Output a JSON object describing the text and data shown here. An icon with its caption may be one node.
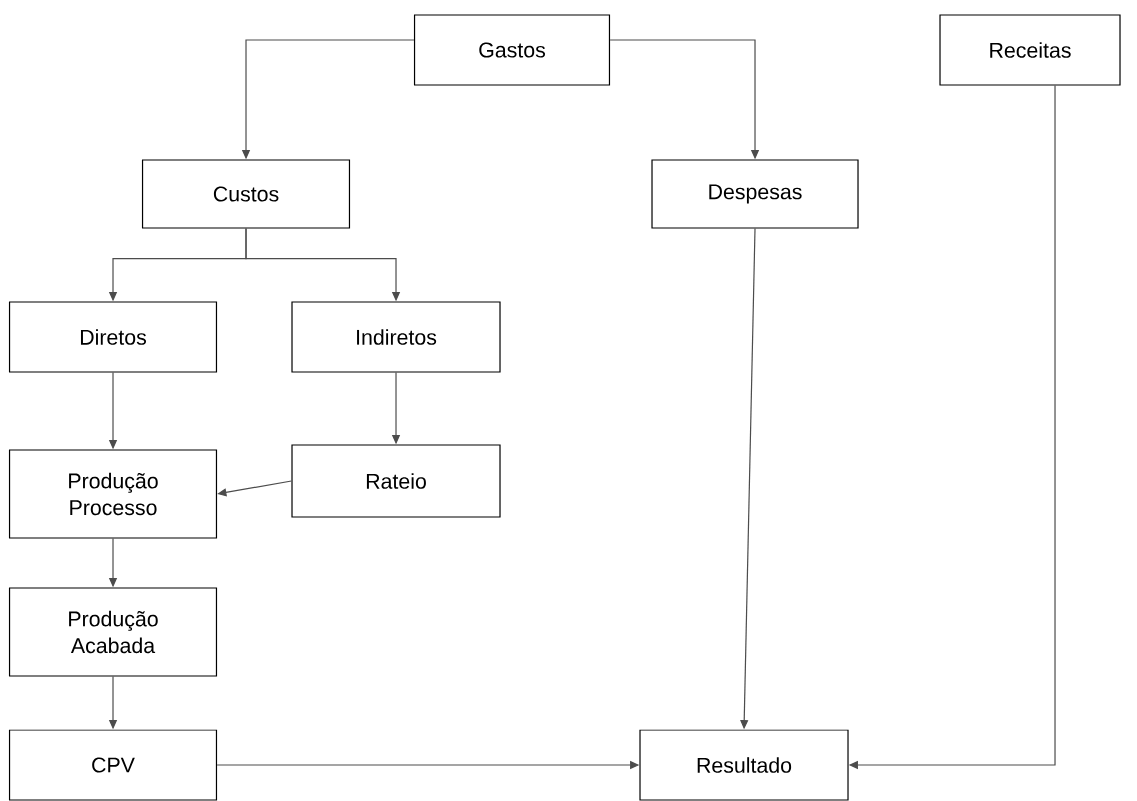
{
  "diagram": {
    "nodes": [
      {
        "text": [
          "Gastos"
        ]
      },
      {
        "text": [
          "Receitas"
        ]
      },
      {
        "text": [
          "Custos"
        ]
      },
      {
        "text": [
          "Despesas"
        ]
      },
      {
        "text": [
          "Diretos"
        ]
      },
      {
        "text": [
          "Indiretos"
        ]
      },
      {
        "text": [
          "Produção Processo"
        ]
      },
      {
        "text": [
          "Rateio"
        ]
      },
      {
        "text": [
          "Produção Acabada"
        ]
      },
      {
        "text": [
          "CPV"
        ]
      },
      {
        "text": [
          "Resultado"
        ]
      }
    ],
    "edges": [
      {
        "from": 0,
        "to": 2,
        "arrow": "to"
      },
      {
        "from": 0,
        "to": 3,
        "arrow": "to"
      },
      {
        "from": 2,
        "to": 4,
        "arrow": "to"
      },
      {
        "from": 2,
        "to": 5,
        "arrow": "to"
      },
      {
        "from": 4,
        "to": 6,
        "arrow": "to"
      },
      {
        "from": 5,
        "to": 7,
        "arrow": "to"
      },
      {
        "from": 7,
        "to": 6,
        "arrow": "to"
      },
      {
        "from": 6,
        "to": 8,
        "arrow": "to"
      },
      {
        "from": 8,
        "to": 9,
        "arrow": "to"
      },
      {
        "from": 9,
        "to": 10,
        "arrow": "to"
      },
      {
        "from": 3,
        "to": 10,
        "arrow": "to"
      },
      {
        "from": 1,
        "to": 10,
        "arrow": "to"
      }
    ]
  }
}
